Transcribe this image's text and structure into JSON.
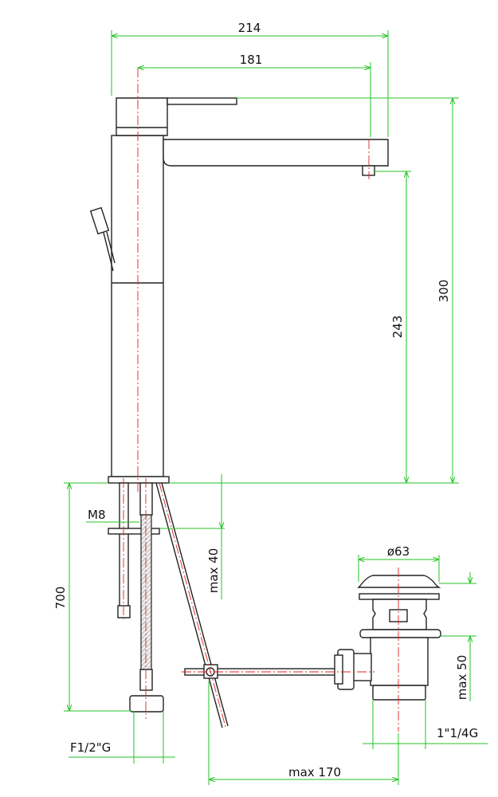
{
  "drawing": {
    "title": "Basin mixer with pop-up waste - dimensioned drawing",
    "colors": {
      "outline": "#222222",
      "dimension": "#22c322",
      "centerline": "#dd2222"
    },
    "dimensions": {
      "overall_width": "214",
      "spout_reach": "181",
      "overall_height": "300",
      "spout_height": "243",
      "supply_length": "700",
      "rod_thread": "M8",
      "max_deck_thickness": "max 40",
      "supply_connection": "F1/2\"G",
      "max_rod_distance": "max 170",
      "waste_diameter": "ø63",
      "waste_max_thickness": "max 50",
      "waste_thread": "1\"1/4G"
    }
  }
}
